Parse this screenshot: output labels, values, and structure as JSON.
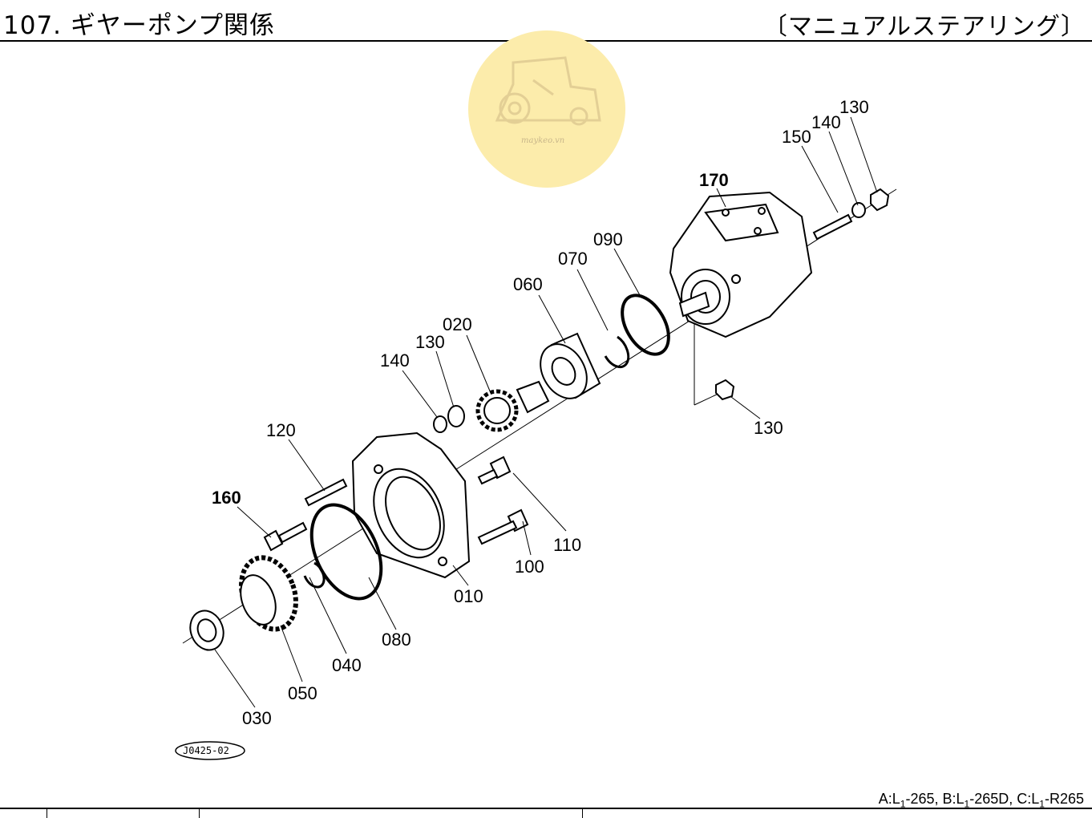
{
  "page": {
    "title": "107. ギヤーポンプ関係",
    "subtitle": "〔マニュアルステアリング〕",
    "models_parts": [
      {
        "pre": "A:L",
        "sub": "1",
        "post": "-265,  "
      },
      {
        "pre": "B:L",
        "sub": "1",
        "post": "-265D,  "
      },
      {
        "pre": "C:L",
        "sub": "1",
        "post": "-R265"
      }
    ],
    "figure_code": "J0425-02"
  },
  "watermark": {
    "text": "maykeo.vn",
    "icon": "tractor-icon",
    "color": "#fcecab"
  },
  "parts": [
    {
      "no": "010",
      "bold": false
    },
    {
      "no": "020",
      "bold": false
    },
    {
      "no": "030",
      "bold": false
    },
    {
      "no": "040",
      "bold": false
    },
    {
      "no": "050",
      "bold": false
    },
    {
      "no": "060",
      "bold": false
    },
    {
      "no": "070",
      "bold": false
    },
    {
      "no": "080",
      "bold": false
    },
    {
      "no": "090",
      "bold": false
    },
    {
      "no": "100",
      "bold": false
    },
    {
      "no": "110",
      "bold": false
    },
    {
      "no": "120",
      "bold": false
    },
    {
      "no": "130",
      "bold": false
    },
    {
      "no": "140",
      "bold": false
    },
    {
      "no": "150",
      "bold": false
    },
    {
      "no": "160",
      "bold": true
    },
    {
      "no": "170",
      "bold": true
    }
  ]
}
